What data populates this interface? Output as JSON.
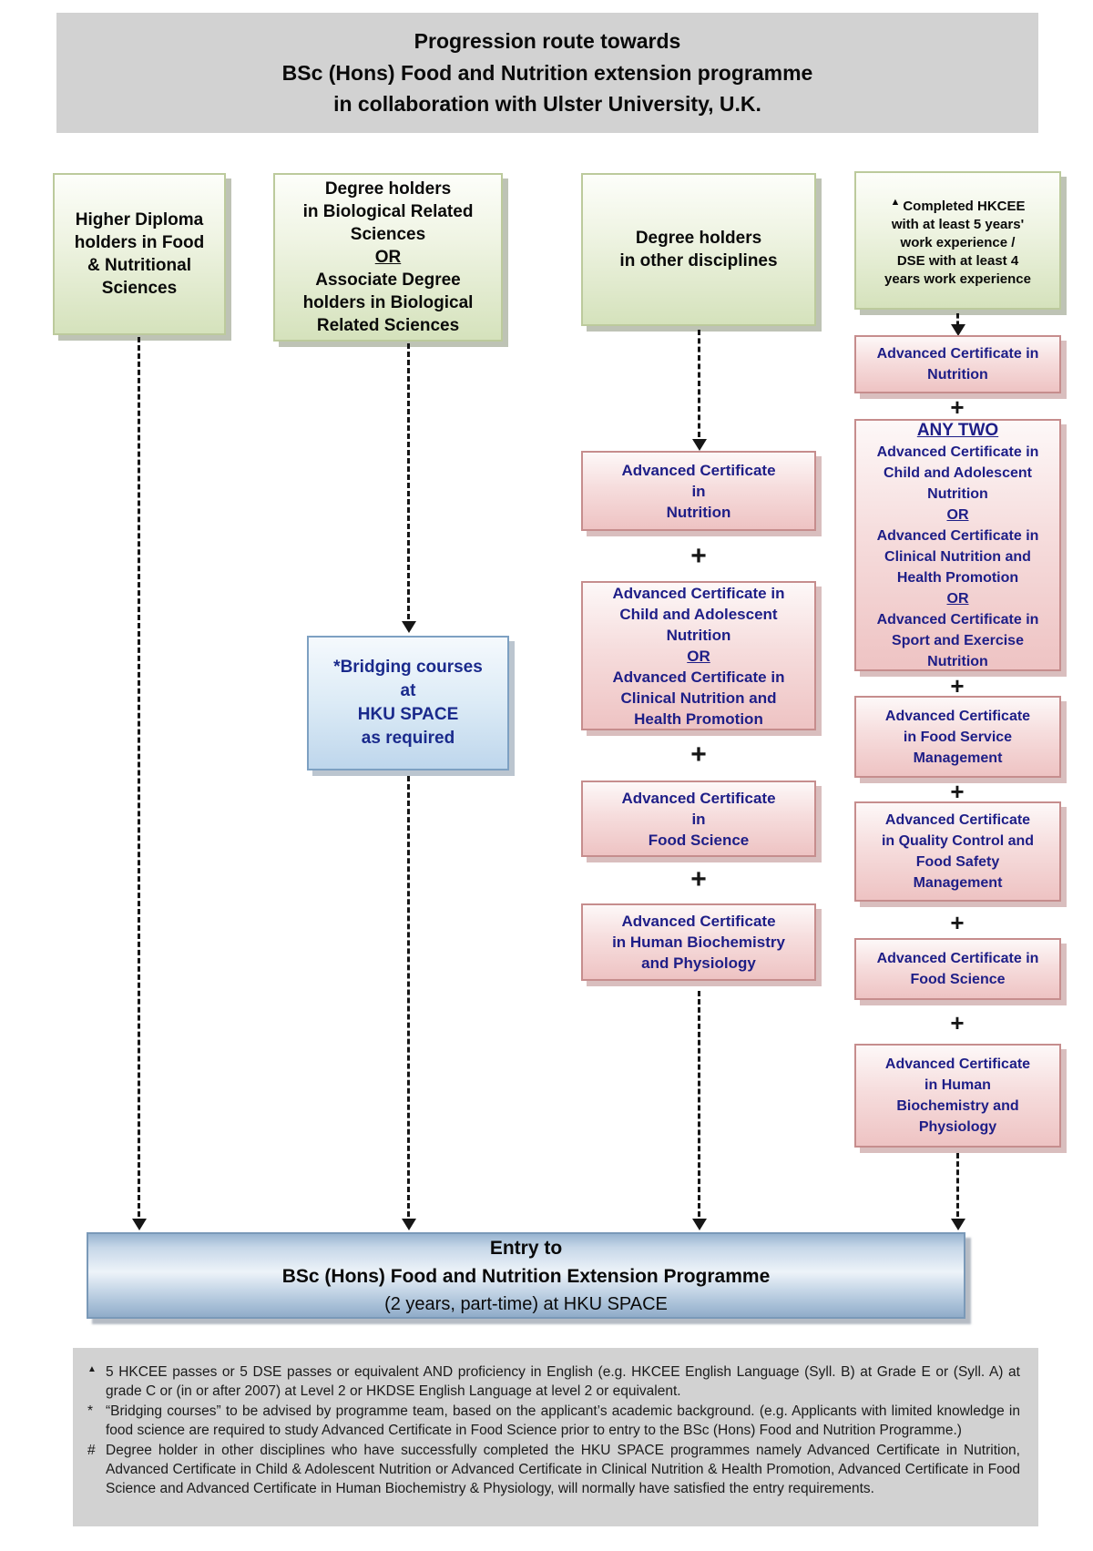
{
  "title": {
    "line1": "Progression route towards",
    "line2": "BSc (Hons) Food and Nutrition extension programme",
    "line3": "in collaboration with Ulster University, U.K."
  },
  "symbols": {
    "plus": "+",
    "triangle_marker": "▲"
  },
  "colors": {
    "band_gray": "#d2d2d2",
    "green_box_fill": "#d5e2bc",
    "pink_box_fill": "#eec3c3",
    "navy_text": "#1e1e87",
    "bridging_blue_fill": "#bed6ec",
    "entry_blue_fill": "#b4c9de"
  },
  "col1": {
    "top": [
      "Higher Diploma",
      "holders in Food",
      "& Nutritional",
      "Sciences"
    ]
  },
  "col2": {
    "top": [
      "Degree holders",
      "in Biological Related",
      "Sciences",
      "OR",
      "Associate Degree",
      "holders in Biological",
      "Related Sciences"
    ],
    "bridging": [
      "*Bridging courses",
      "at",
      "HKU SPACE",
      "as required"
    ]
  },
  "col3": {
    "top": [
      "Degree holders",
      "in other disciplines"
    ],
    "boxes": [
      {
        "lines": [
          "Advanced Certificate",
          "in",
          "Nutrition"
        ]
      },
      {
        "lines": [
          "Advanced Certificate in",
          "Child and Adolescent",
          "Nutrition",
          "OR",
          "Advanced Certificate in",
          "Clinical Nutrition and",
          "Health Promotion"
        ]
      },
      {
        "lines": [
          "Advanced Certificate",
          "in",
          "Food Science"
        ]
      },
      {
        "lines": [
          "Advanced Certificate",
          "in Human Biochemistry",
          "and Physiology"
        ]
      }
    ]
  },
  "col4": {
    "top_marker": "▲",
    "top": [
      "Completed HKCEE",
      "with at least 5 years'",
      "work experience /",
      "DSE with at least 4",
      "years work experience"
    ],
    "any_two_header": "ANY TWO",
    "boxes": [
      {
        "lines": [
          "Advanced Certificate in",
          "Nutrition"
        ]
      },
      {
        "lines": [
          "Advanced Certificate in",
          "Child and Adolescent",
          "Nutrition",
          "OR",
          "Advanced Certificate in",
          "Clinical Nutrition and",
          "Health Promotion",
          "OR",
          "Advanced Certificate in",
          "Sport and Exercise",
          "Nutrition"
        ]
      },
      {
        "lines": [
          "Advanced Certificate",
          "in Food Service",
          "Management"
        ]
      },
      {
        "lines": [
          "Advanced Certificate",
          "in Quality Control and",
          "Food Safety",
          "Management"
        ]
      },
      {
        "lines": [
          "Advanced Certificate in",
          "Food Science"
        ]
      },
      {
        "lines": [
          "Advanced Certificate",
          "in Human",
          "Biochemistry and",
          "Physiology"
        ]
      }
    ]
  },
  "entry": {
    "line1": "Entry to",
    "line2": "BSc (Hons) Food and Nutrition Extension Programme",
    "line3": "(2 years, part-time) at HKU SPACE"
  },
  "footnotes": [
    {
      "marker": "▲",
      "text": "5 HKCEE passes or 5 DSE passes or equivalent AND proficiency in English (e.g. HKCEE English Language (Syll. B) at Grade E or (Syll. A) at grade C or (in or after 2007) at Level 2 or HKDSE English Language at level 2 or equivalent."
    },
    {
      "marker": "*",
      "text": "“Bridging courses” to be advised by programme team, based on the applicant’s academic background. (e.g. Applicants with limited knowledge in food science are required to study Advanced Certificate in Food Science prior to entry to the BSc (Hons) Food and Nutrition Programme.)"
    },
    {
      "marker": "#",
      "text": "Degree holder in other disciplines who have successfully completed the HKU SPACE programmes namely Advanced Certificate in Nutrition, Advanced Certificate in Child & Adolescent Nutrition or Advanced Certificate in Clinical Nutrition & Health Promotion, Advanced Certificate in Food Science and Advanced Certificate in Human Biochemistry & Physiology, will normally have satisfied the entry requirements."
    }
  ]
}
